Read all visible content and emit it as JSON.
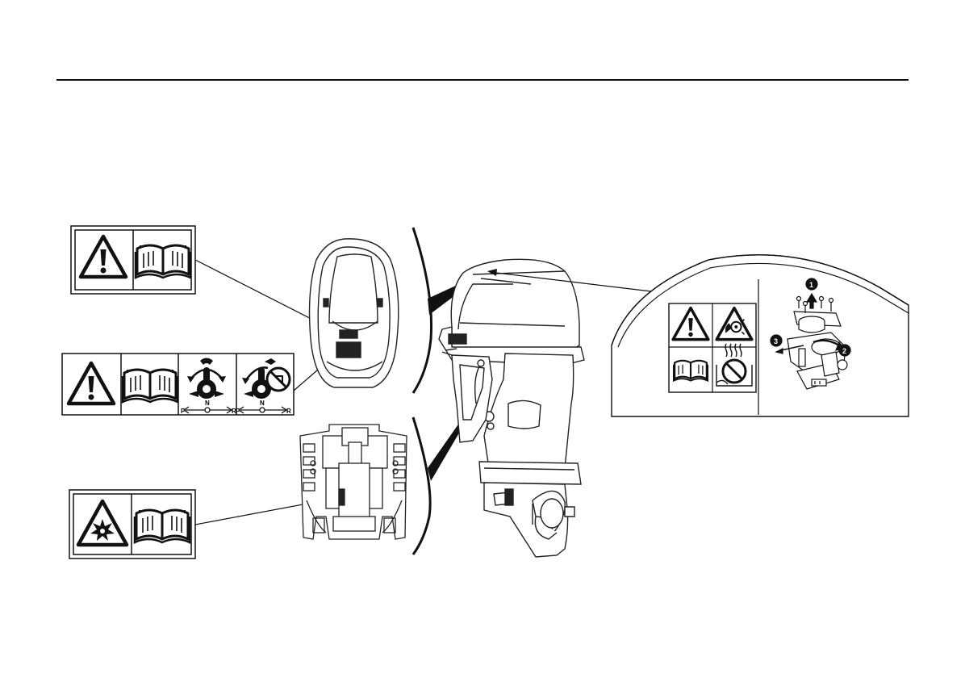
{
  "labels": {
    "forward": "F",
    "neutral": "N",
    "reverse": "R",
    "step_1": "1",
    "step_2": "2",
    "step_3": "3"
  },
  "icons": [
    "warning-icon",
    "manual-book-icon",
    "explosion-warning-icon",
    "shift-lever-icon",
    "no-shift-while-running-icon",
    "rotating-flywheel-warning-icon",
    "hot-surface-warning-icon"
  ]
}
